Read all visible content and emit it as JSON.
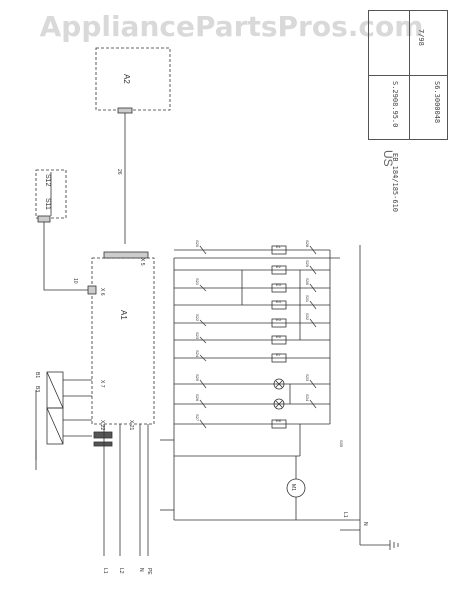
{
  "watermark": "AppliancePartsPros.com",
  "infobox": {
    "date": "7/98",
    "doc_number": "S.2908.95.0",
    "model_number": "EB 184/185-610",
    "code": "S6.3000048"
  },
  "region_mark": "US",
  "modules": {
    "a1": "A1",
    "a2": "A2",
    "s11": "S11",
    "s12": "S12"
  },
  "wire_numbers": {
    "w26": "26",
    "w10": "10"
  },
  "terminals": {
    "x5": "X 5",
    "x6": "X 6",
    "x7": "X 7",
    "x22": "X 22",
    "x21": "X 21"
  },
  "heater_labels": [
    "B1",
    "B3"
  ],
  "left_bus_labels": [
    "L1",
    "L2",
    "N",
    "PE"
  ],
  "bottom_labels": [
    "L1",
    "N"
  ],
  "switch_labels": [
    "S20",
    "S21",
    "S22",
    "S23",
    "S24",
    "S25",
    "S26",
    "S27",
    "S28",
    "S29",
    "S30",
    "S31",
    "S32",
    "S33",
    "S34",
    "S35"
  ],
  "element_labels": [
    "E1",
    "E2",
    "E3",
    "E4",
    "E5",
    "E6",
    "E7",
    "E8"
  ],
  "motor_label": "M1"
}
